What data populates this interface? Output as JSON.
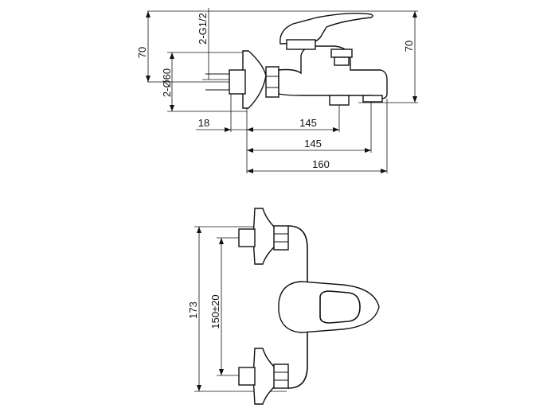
{
  "drawing": {
    "side_view": {
      "label_thread": "2-G1/2",
      "label_height_left": "70",
      "label_diameter": "2-Ø60",
      "label_height_right": "70",
      "label_offset": "18",
      "label_width_1": "145",
      "label_width_2": "145",
      "label_width_3": "160"
    },
    "top_view": {
      "label_total": "173",
      "label_spacing": "150±20"
    }
  }
}
